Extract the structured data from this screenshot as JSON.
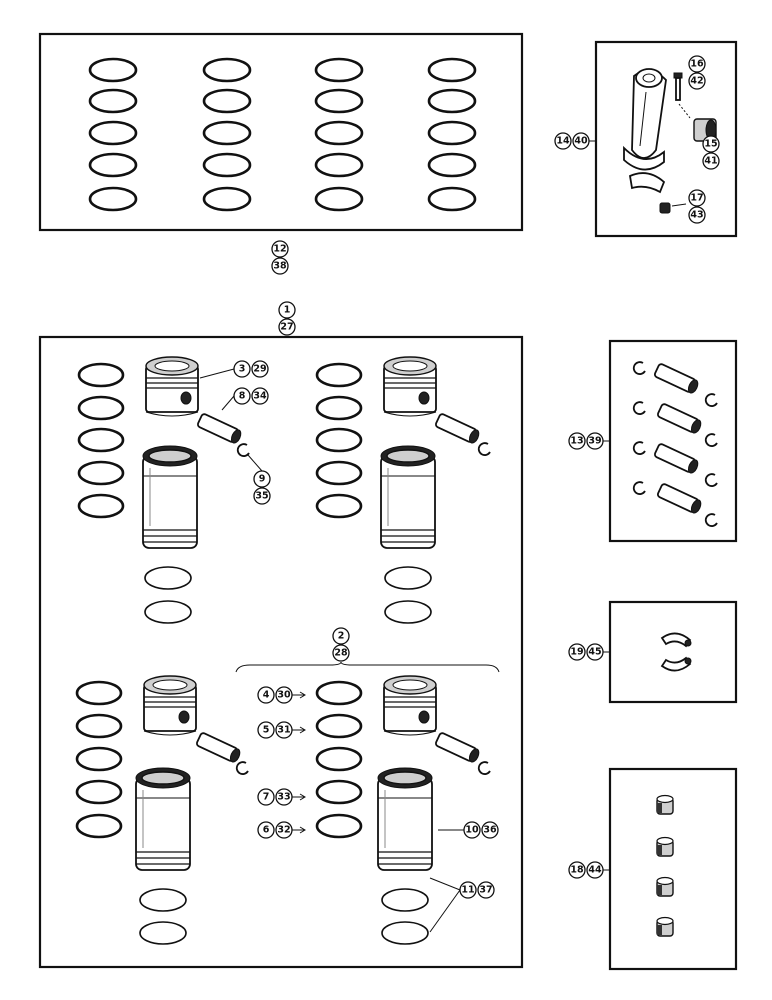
{
  "labels": {
    "ring_set": [
      "12",
      "38"
    ],
    "rod": [
      "14",
      "40"
    ],
    "rod_bolt": [
      "16",
      "42"
    ],
    "rod_bushing": [
      "15",
      "41"
    ],
    "rod_nut": [
      "17",
      "43"
    ],
    "sleeve_kit": [
      "1",
      "27"
    ],
    "piston": [
      "3",
      "29"
    ],
    "pin": [
      "8",
      "34"
    ],
    "retainer": [
      "9",
      "35"
    ],
    "pin_set": [
      "13",
      "39"
    ],
    "bracket_group": [
      "2",
      "28"
    ],
    "ring_4": [
      "4",
      "30"
    ],
    "ring_5": [
      "5",
      "31"
    ],
    "ring_7": [
      "7",
      "33"
    ],
    "ring_6": [
      "6",
      "32"
    ],
    "sleeve": [
      "10",
      "36"
    ],
    "seal_rings": [
      "11",
      "37"
    ],
    "bearing": [
      "19",
      "45"
    ],
    "bushing_set": [
      "18",
      "44"
    ]
  }
}
